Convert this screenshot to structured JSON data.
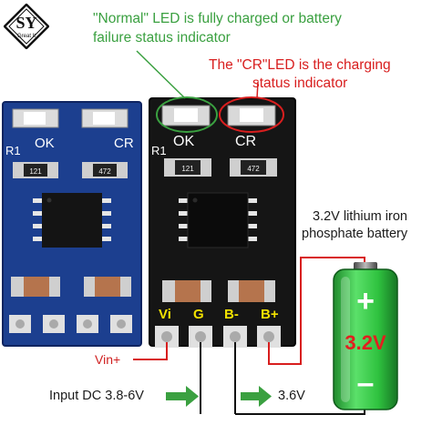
{
  "logo": {
    "mark": "SY",
    "sub": "Great It"
  },
  "annotations": {
    "normal_led_line1": "\"Normal\" LED is fully charged or battery",
    "normal_led_line2": "failure status indicator",
    "cr_led_line1": "The \"CR\"LED is the charging",
    "cr_led_line2": "status indicator",
    "battery_line1": "3.2V lithium iron",
    "battery_line2": "phosphate battery",
    "vin_plus": "Vin+",
    "input_dc": "Input DC 3.8-6V",
    "output_voltage": "3.6V"
  },
  "boards": {
    "left": {
      "led_ok": "OK",
      "led_cr": "CR",
      "r1": "R1",
      "resistor_a": "121",
      "resistor_b": "472",
      "color": "#1c3f8f"
    },
    "right": {
      "led_ok": "OK",
      "led_cr": "CR",
      "r1": "R1",
      "resistor_a": "121",
      "resistor_b": "472",
      "color": "#151515"
    },
    "pins": [
      "Vi",
      "G",
      "B-",
      "B+"
    ]
  },
  "battery": {
    "plus": "+",
    "minus": "–",
    "voltage": "3.2V",
    "color": "#2fc23f"
  },
  "colors": {
    "wire_red": "#d81e1e",
    "wire_black": "#111111",
    "arrow_green": "#3aa040",
    "pin_label": "#f2e100"
  }
}
